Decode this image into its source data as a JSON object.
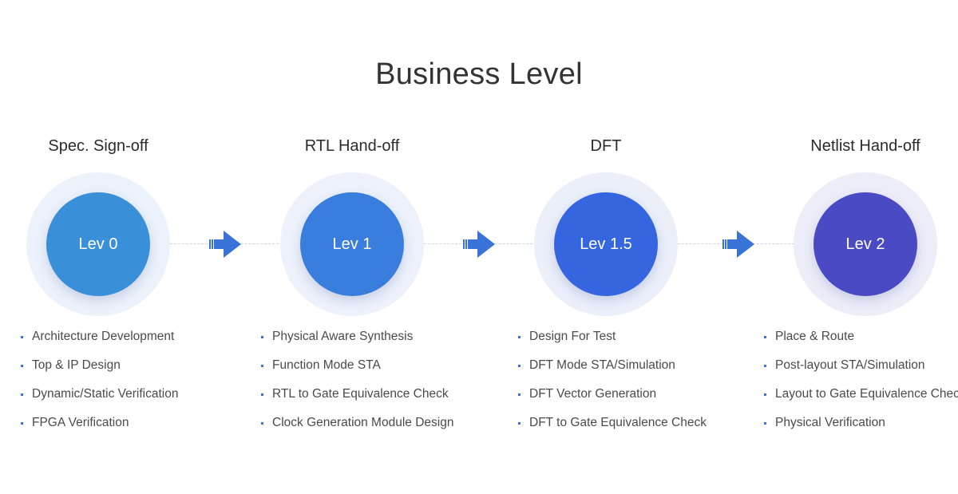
{
  "title": "Business Level",
  "stages": [
    {
      "heading": "Spec. Sign-off",
      "level": "Lev 0",
      "color": "#3a8fd9",
      "halo": "#ecf2fb",
      "items": [
        "Architecture Development",
        "Top & IP Design",
        "Dynamic/Static Verification",
        "FPGA Verification"
      ]
    },
    {
      "heading": "RTL Hand-off",
      "level": "Lev 1",
      "color": "#3a7edd",
      "halo": "#ecf1fb",
      "items": [
        "Physical Aware Synthesis",
        "Function Mode STA",
        "RTL to Gate Equivalence Check",
        "Clock Generation Module Design"
      ]
    },
    {
      "heading": "DFT",
      "level": "Lev 1.5",
      "color": "#3566e0",
      "halo": "#ebeffa",
      "items": [
        "Design For Test",
        "DFT Mode STA/Simulation",
        "DFT Vector Generation",
        "DFT to Gate Equivalence Check"
      ]
    },
    {
      "heading": "Netlist Hand-off",
      "level": "Lev 2",
      "color": "#4a4ac4",
      "halo": "#ededf9",
      "items": [
        "Place & Route",
        "Post-layout STA/Simulation",
        "Layout to Gate Equivalence Check",
        "Physical Verification"
      ]
    }
  ],
  "arrow_color": "#3a73d8",
  "bullet_color": "#3a73d8"
}
